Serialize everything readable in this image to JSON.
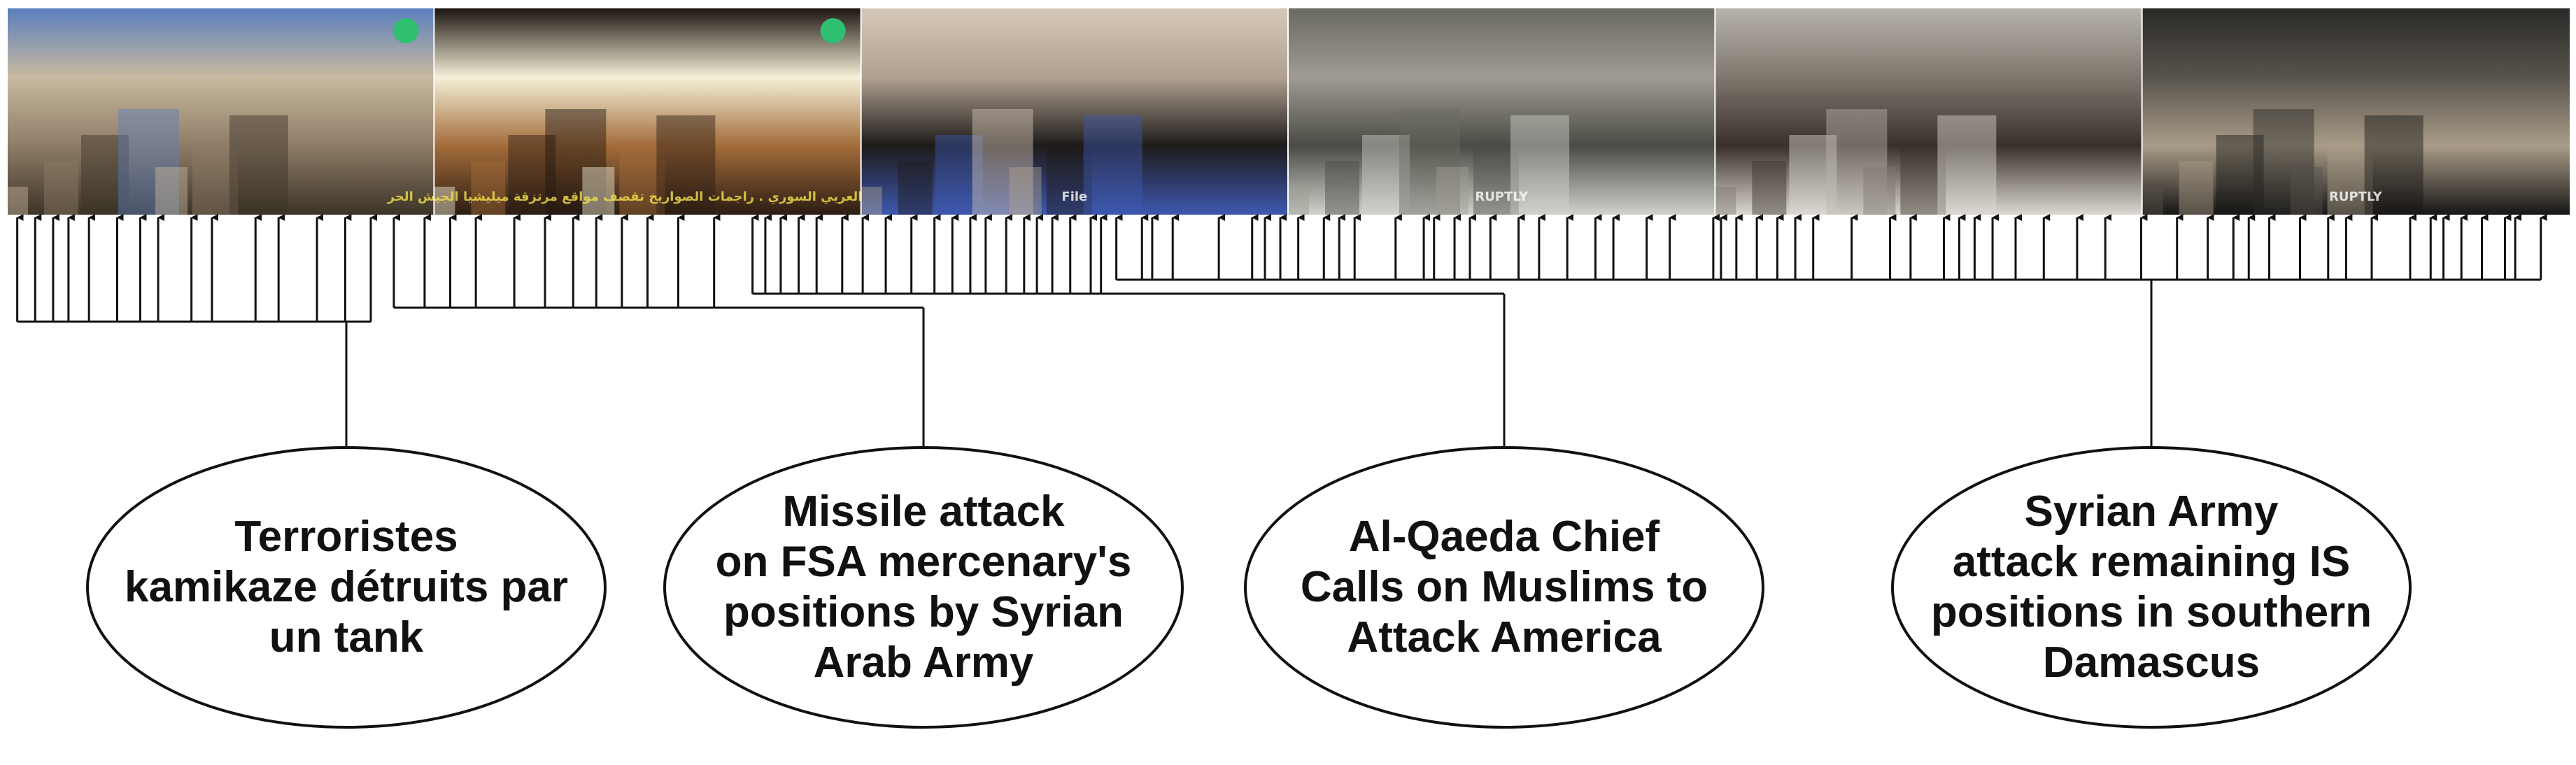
{
  "frames": [
    {
      "palette": "desert-ruins",
      "colors": [
        "#5a7fbd",
        "#c9b9a0",
        "#8e7c66",
        "#3c3429"
      ],
      "icon": "channel-logo-icon",
      "caption": ""
    },
    {
      "palette": "night-explosion",
      "colors": [
        "#1c1410",
        "#f4f0d8",
        "#a36c3a",
        "#2c1d13"
      ],
      "icon": "channel-logo-icon",
      "caption": "الجيش العربي السوري . راجمات الصواريخ تقصف مواقع مرتزقة ميليشيا الجيش الحر"
    },
    {
      "palette": "dust-flag",
      "colors": [
        "#d6c8b8",
        "#b0a191",
        "#1e1b1a",
        "#3d58b0"
      ],
      "icon": "",
      "caption": "File"
    },
    {
      "palette": "street-ruins",
      "colors": [
        "#6a6a62",
        "#9f9b92",
        "#4a4b45",
        "#d0d2cd"
      ],
      "icon": "",
      "caption": "RUPTLY"
    },
    {
      "palette": "interview",
      "colors": [
        "#b7b3ab",
        "#7f776e",
        "#3a302a",
        "#dcd9d2"
      ],
      "icon": "",
      "caption": ""
    },
    {
      "palette": "dark-ruins",
      "colors": [
        "#2b2a28",
        "#57534c",
        "#a99c88",
        "#171615"
      ],
      "icon": "",
      "caption": "RUPTLY"
    }
  ],
  "groups": [
    {
      "name": "Terroristes kamikaze détruits par un tank",
      "lines": [
        "Terroristes",
        "kamikaze détruits par",
        "un tank"
      ],
      "arrow_positions": [
        0.004,
        0.011,
        0.018,
        0.024,
        0.032,
        0.043,
        0.052,
        0.059,
        0.072,
        0.08,
        0.097,
        0.106,
        0.121,
        0.132,
        0.142
      ]
    },
    {
      "name": "Missile attack on FSA mercenary's positions by Syrian Arab Army",
      "lines": [
        "Missile attack",
        "on FSA mercenary's",
        "positions by Syrian",
        "Arab Army"
      ],
      "arrow_positions": [
        0.151,
        0.163,
        0.173,
        0.183,
        0.198,
        0.21,
        0.221,
        0.23,
        0.24,
        0.25,
        0.262,
        0.276
      ]
    },
    {
      "name": "Al-Qaeda Chief Calls on Muslims to Attack America",
      "lines": [
        "Al-Qaeda Chief",
        "Calls on Muslims to",
        "Attack America"
      ],
      "arrow_positions": [
        0.291,
        0.296,
        0.302,
        0.309,
        0.316,
        0.326,
        0.334,
        0.343,
        0.353,
        0.362,
        0.369,
        0.376,
        0.382,
        0.39,
        0.397,
        0.402,
        0.408,
        0.415,
        0.423,
        0.427
      ]
    },
    {
      "name": "Syrian Army attack remaining IS positions in southern Damascus",
      "lines": [
        "Syrian Army",
        "attack remaining IS",
        "positions in southern",
        "Damascus"
      ],
      "arrow_positions": [
        0.433,
        0.443,
        0.447,
        0.455,
        0.473,
        0.486,
        0.491,
        0.497,
        0.504,
        0.514,
        0.52,
        0.526,
        0.542,
        0.553,
        0.557,
        0.565,
        0.571,
        0.579,
        0.59,
        0.598,
        0.609,
        0.62,
        0.627,
        0.64,
        0.649,
        0.666,
        0.669,
        0.675,
        0.683,
        0.691,
        0.698,
        0.705,
        0.72,
        0.735,
        0.743,
        0.756,
        0.762,
        0.768,
        0.775,
        0.784,
        0.795,
        0.808,
        0.819,
        0.833,
        0.847,
        0.859,
        0.869,
        0.875,
        0.883,
        0.895,
        0.906,
        0.913,
        0.923,
        0.938,
        0.946,
        0.951,
        0.958,
        0.966,
        0.975,
        0.979,
        0.989
      ]
    }
  ]
}
